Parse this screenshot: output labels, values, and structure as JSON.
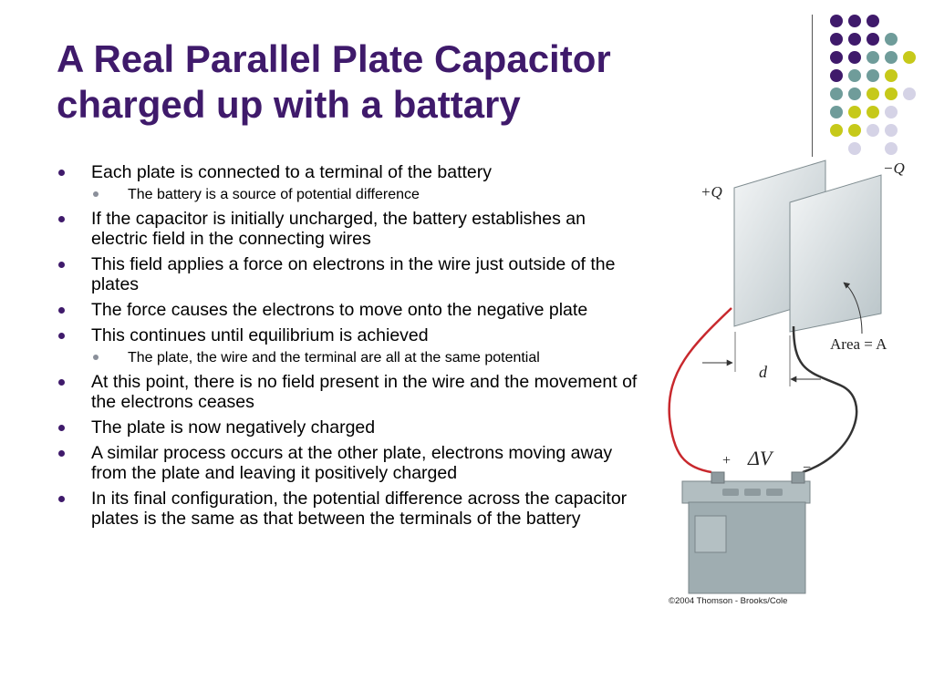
{
  "slide": {
    "title_line1": "A Real Parallel Plate Capacitor",
    "title_line2": "charged up with a battary",
    "title_color": "#3f1a6b"
  },
  "bullets": {
    "b1": "Each plate is connected to a terminal of the battery",
    "b1_sub1": "The battery is a source of potential difference",
    "b2": "If the capacitor is initially uncharged, the battery establishes an electric field in the connecting wires",
    "b3": "This field applies a force on electrons in the wire just outside of the plates",
    "b4": "The force causes the electrons to move onto the negative plate",
    "b5": "This continues until equilibrium is achieved",
    "b5_sub1": "The plate, the wire and the terminal are all at the same potential",
    "b6": "At this point, there is no field present in the wire and the movement of the electrons ceases",
    "b7": "The plate is now negatively charged",
    "b8": "A similar process occurs at the other plate, electrons moving away from the plate and leaving it positively charged",
    "b9": "In its final configuration, the potential difference across the capacitor plates is the same as that between the terminals of the battery"
  },
  "figure": {
    "plus_q": "+Q",
    "minus_q": "−Q",
    "area": "Area = A",
    "d": "d",
    "delta_v": "ΔV",
    "plus_sign": "+",
    "minus_sign": "−",
    "credit": "©2004 Thomson - Brooks/Cole"
  },
  "colors": {
    "purple": "#3f1a6b",
    "teal": "#6f9c9a",
    "yellow": "#c6c91a",
    "lavender": "#d5d3e6"
  }
}
